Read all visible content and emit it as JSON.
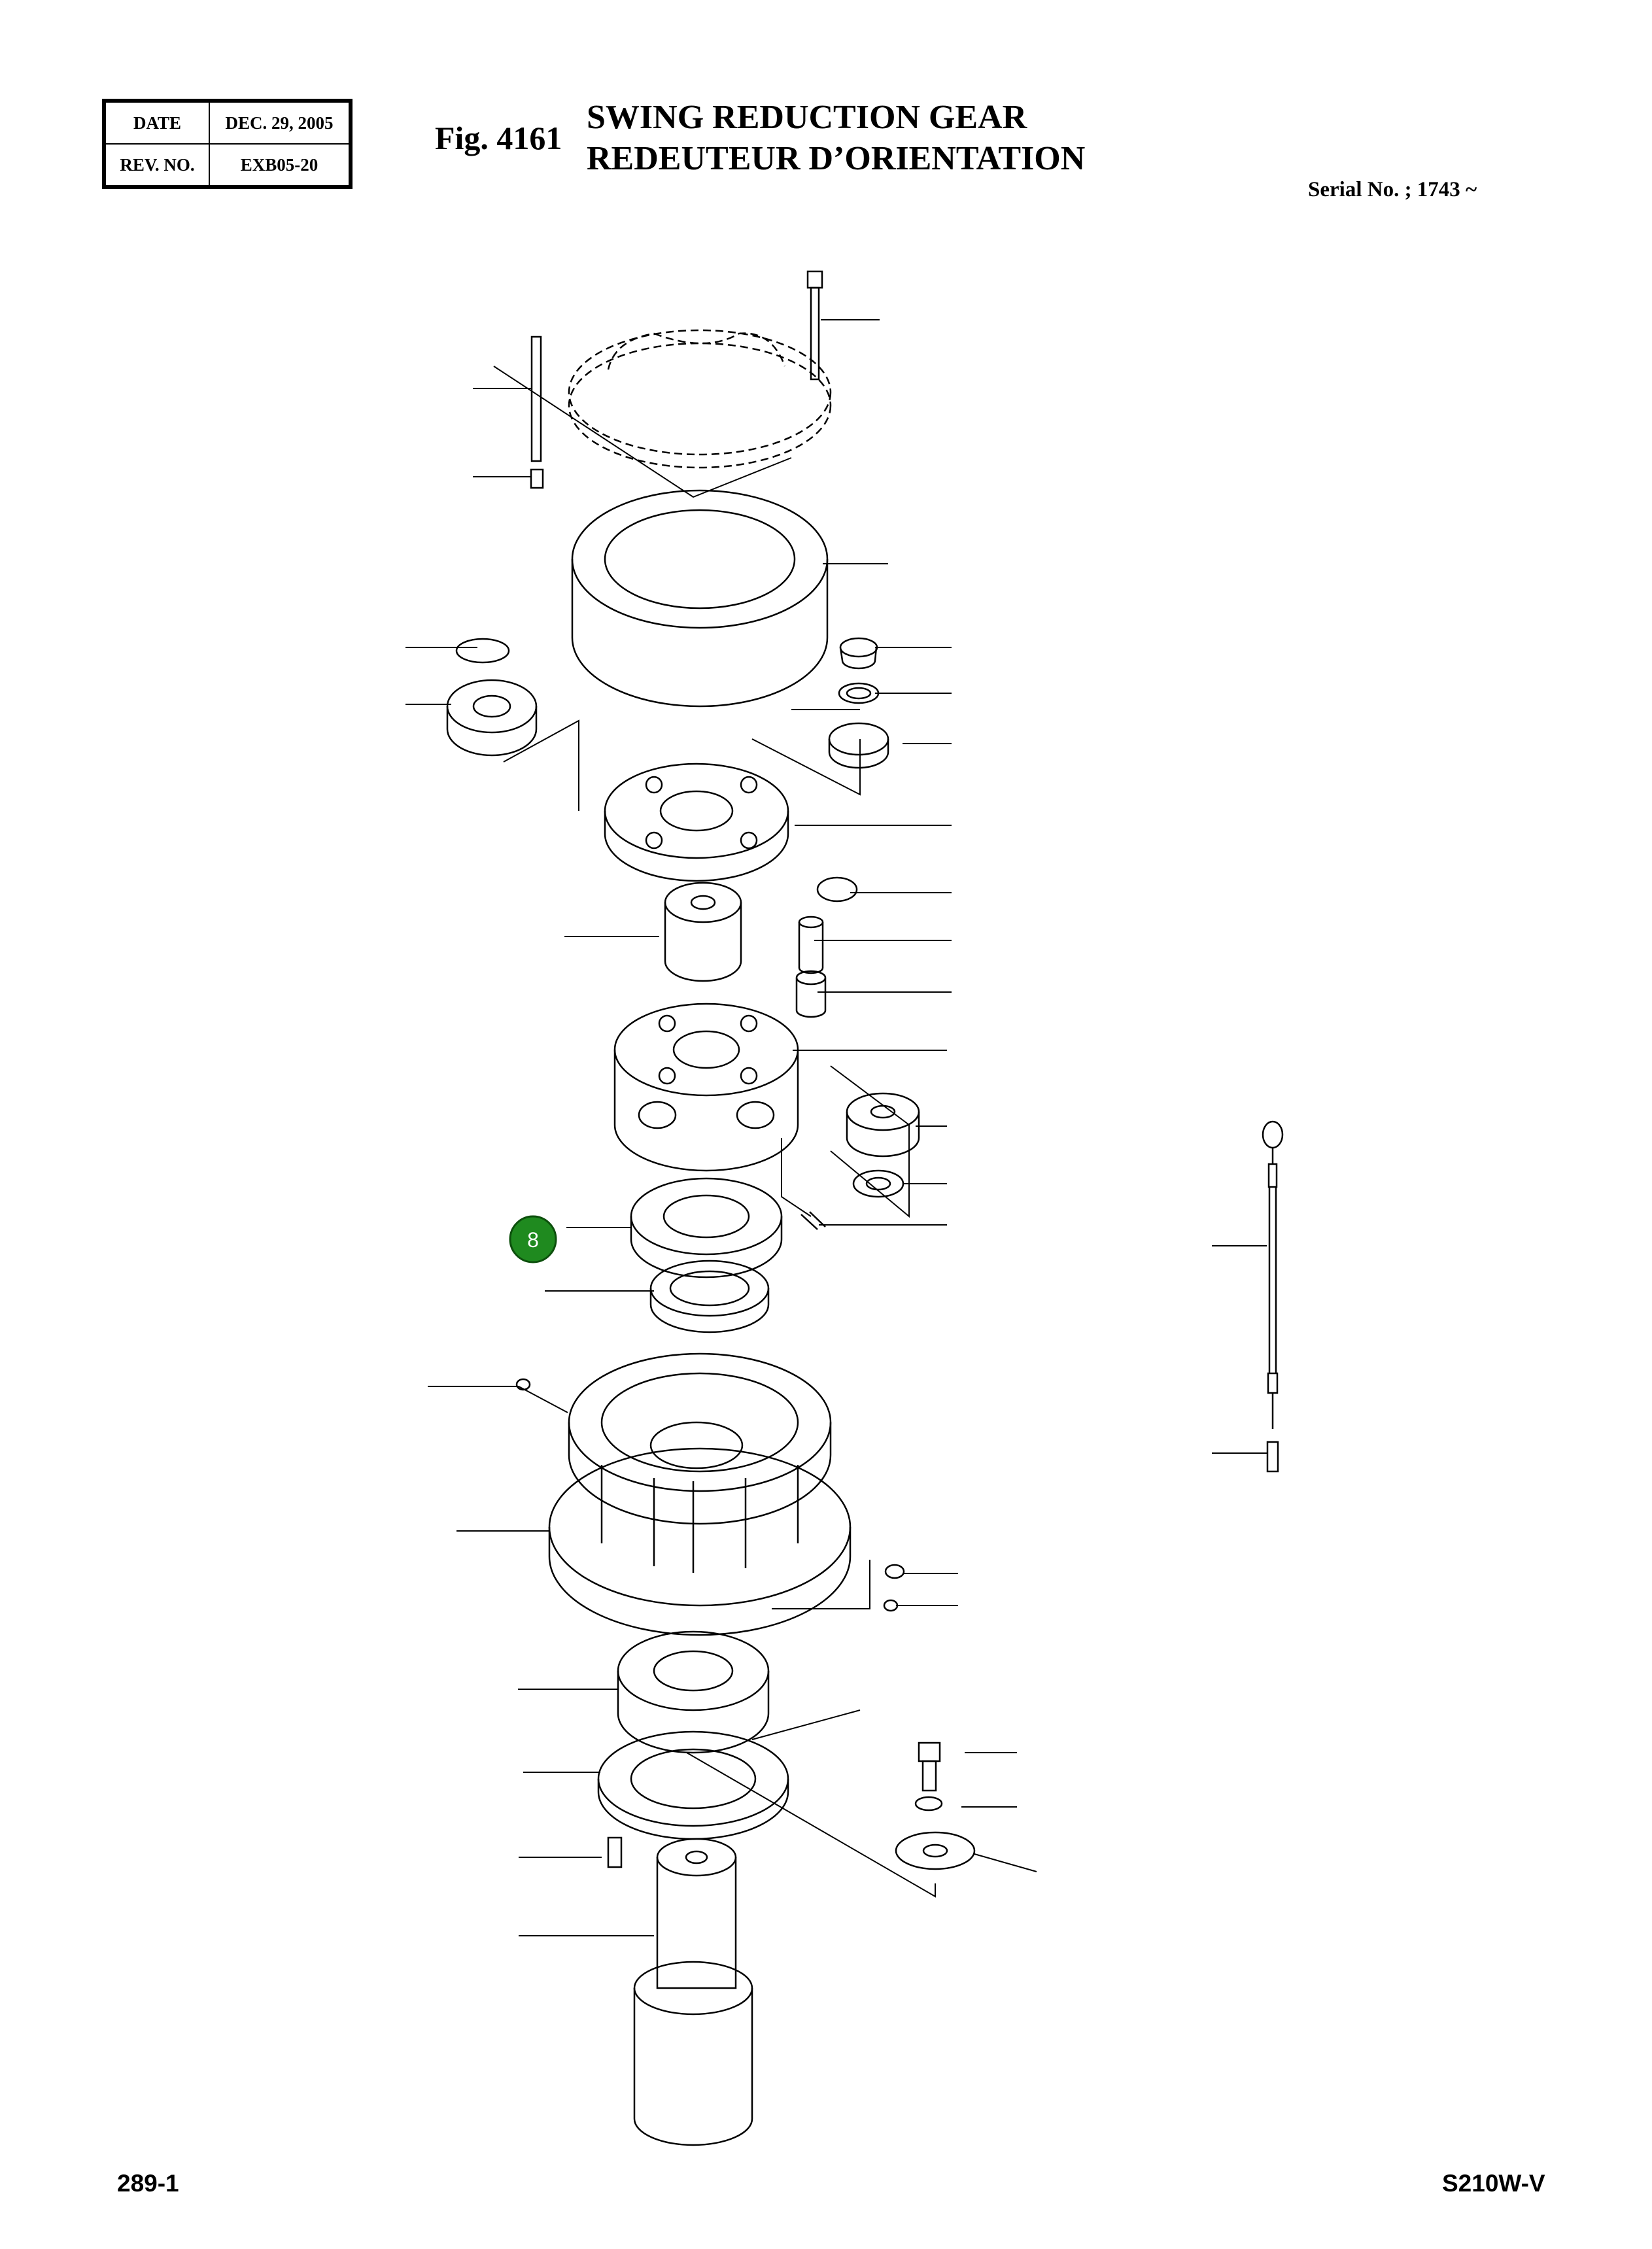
{
  "header": {
    "date_label": "DATE",
    "date_value": "DEC. 29, 2005",
    "rev_label": "REV. NO.",
    "rev_value": "EXB05-20",
    "fig_number": "Fig. 4161",
    "title_en": "SWING REDUCTION GEAR",
    "title_fr": "REDEUTEUR D’ORIENTATION",
    "serial": "Serial No. ; 1743 ~"
  },
  "callout": {
    "label": "8",
    "color": "#1f8a1f"
  },
  "footer": {
    "page": "289-1",
    "model": "S210W-V"
  }
}
